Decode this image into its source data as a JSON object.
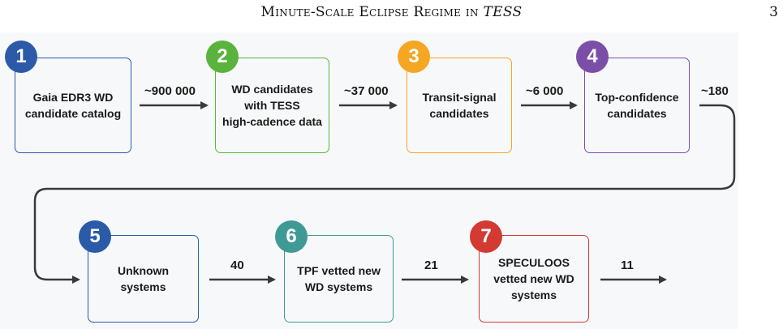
{
  "header": {
    "running_title": "Minute-Scale Eclipse Regime in",
    "running_title_italic": "TESS",
    "page_number": "3"
  },
  "colors": {
    "stage1": "#2b5aa8",
    "stage2": "#5ab33d",
    "stage3": "#f5a623",
    "stage4": "#7b4fa8",
    "stage5": "#2b5aa8",
    "stage6": "#3f9a96",
    "stage7": "#d33a32",
    "arrow": "#3a3a3a"
  },
  "stages": [
    {
      "number": "1",
      "lines": [
        "Gaia EDR3 WD",
        "candidate catalog"
      ]
    },
    {
      "number": "2",
      "lines": [
        "WD candidates",
        "with TESS",
        "high-cadence data"
      ]
    },
    {
      "number": "3",
      "lines": [
        "Transit-signal",
        "candidates"
      ]
    },
    {
      "number": "4",
      "lines": [
        "Top-confidence",
        "candidates"
      ]
    },
    {
      "number": "5",
      "lines": [
        "Unknown",
        "systems"
      ]
    },
    {
      "number": "6",
      "lines": [
        "TPF vetted new",
        "WD systems"
      ]
    },
    {
      "number": "7",
      "lines": [
        "SPECULOOS",
        "vetted new WD",
        "systems"
      ]
    }
  ],
  "counts": [
    "~900 000",
    "~37 000",
    "~6 000",
    "~180",
    "40",
    "21",
    "11"
  ]
}
